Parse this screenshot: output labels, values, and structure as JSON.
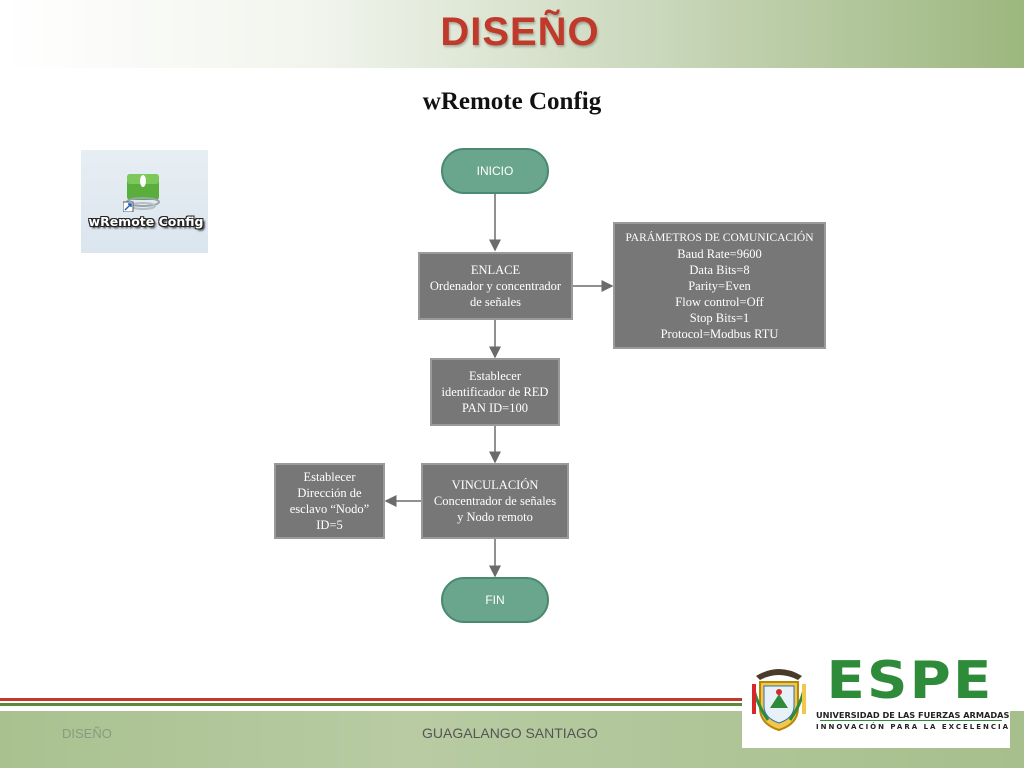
{
  "slide": {
    "title": "DISEÑO",
    "subtitle": "wRemote Config"
  },
  "app_icon": {
    "label": "wRemote Config",
    "icon": "wremote-config-app-icon"
  },
  "flowchart": {
    "start": "INICIO",
    "enlace": [
      "ENLACE",
      "Ordenador y concentrador",
      "de señales"
    ],
    "parametros": [
      "PARÁMETROS DE COMUNICACIÓN",
      "Baud Rate=9600",
      "Data Bits=8",
      "Parity=Even",
      "Flow control=Off",
      "Stop Bits=1",
      "Protocol=Modbus RTU"
    ],
    "red": [
      "Establecer",
      "identificador de RED",
      "PAN ID=100"
    ],
    "vinculacion": [
      "VINCULACIÓN",
      "Concentrador de señales",
      "y Nodo remoto"
    ],
    "esclavo": [
      "Establecer",
      "Dirección de",
      "esclavo “Nodo”",
      "ID=5"
    ],
    "end": "FIN"
  },
  "footer": {
    "left": "DISEÑO",
    "center": "GUAGALANGO SANTIAGO"
  },
  "logo": {
    "name": "ESPE",
    "line1": "UNIVERSIDAD DE LAS FUERZAS ARMADAS",
    "line2": "INNOVACIÓN PARA LA EXCELENCIA",
    "crest_icon": "university-crest-icon"
  },
  "colors": {
    "title": "#c0392b",
    "process_box": "#777777",
    "terminal": "#6aa68e",
    "logo_green": "#2e8b3a",
    "stripe_red": "#c0392b",
    "stripe_green": "#5d8a3a"
  }
}
